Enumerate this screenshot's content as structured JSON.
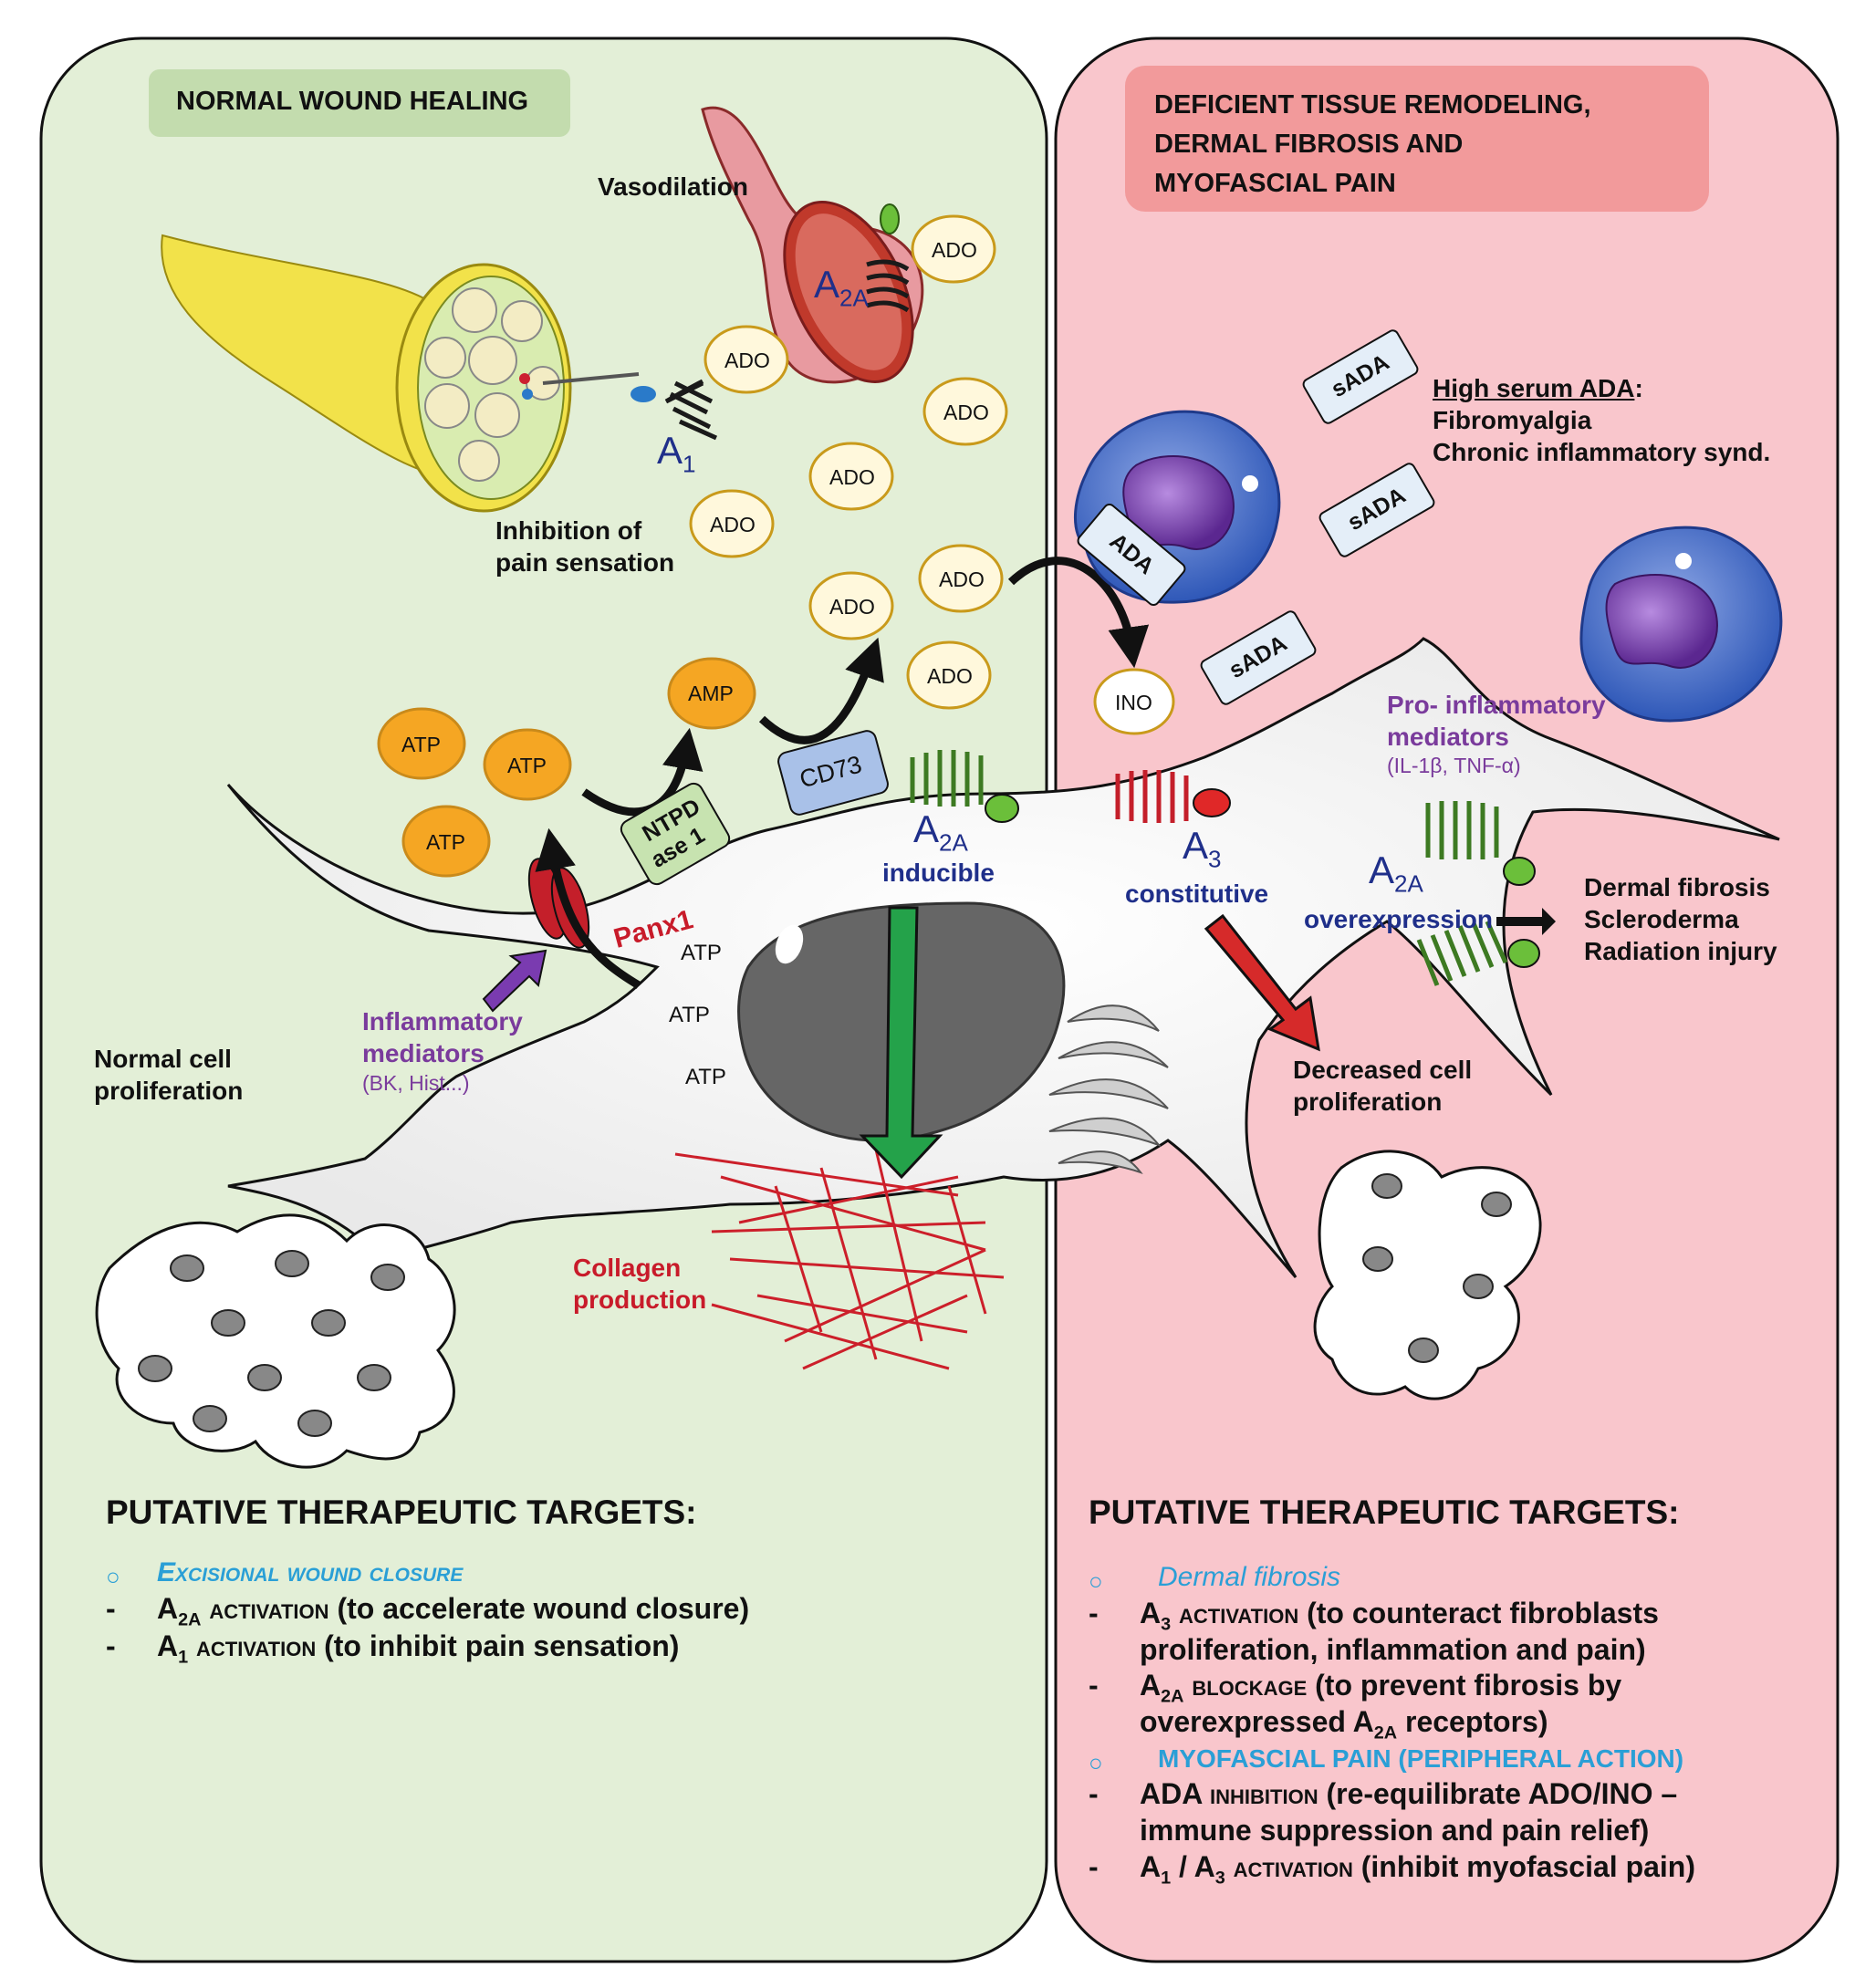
{
  "left_panel": {
    "title": "NORMAL WOUND HEALING",
    "labels": {
      "vasodilation": "Vasodilation",
      "inhibition_line1": "Inhibition of",
      "inhibition_line2": "pain sensation",
      "a1": "A",
      "a1_sub": "1",
      "a2a_vessel": "A",
      "a2a_vessel_sub": "2A",
      "inflammatory_line1": "Inflammatory",
      "inflammatory_line2": "mediators",
      "inflammatory_line3": "(BK, Hist...)",
      "normal_prolif_line1": "Normal cell",
      "normal_prolif_line2": "proliferation",
      "panx1": "Panx1",
      "ntpdase_line1": "NTPD",
      "ntpdase_line2": "ase 1",
      "cd73": "CD73",
      "amp": "AMP",
      "a2a_inducible_main": "A",
      "a2a_inducible_sub": "2A",
      "inducible": "inducible",
      "collagen_line1": "Collagen",
      "collagen_line2": "production",
      "atp_inner": "ATP"
    },
    "therapeutic": {
      "heading": "PUTATIVE THERAPEUTIC TARGETS:",
      "bullet": "○",
      "category": "Excisional wound closure",
      "dash": "-",
      "item1_a": "A",
      "item1_sub": "2A",
      "item1_action": "activation",
      "item1_rest": "(to accelerate wound closure)",
      "item2_a": "A",
      "item2_sub": "1",
      "item2_action": "activation",
      "item2_rest": "(to inhibit pain sensation)"
    }
  },
  "right_panel": {
    "title_line1": "DEFICIENT TISSUE REMODELING,",
    "title_line2": "DERMAL FIBROSIS AND",
    "title_line3": "MYOFASCIAL PAIN",
    "labels": {
      "high_serum": "High serum ADA",
      "high_serum_colon": ":",
      "fibromyalgia": "Fibromyalgia",
      "chronic": "Chronic inflammatory synd.",
      "sada": "sADA",
      "ada": "ADA",
      "ino": "INO",
      "pro_line1": "Pro- inflammatory",
      "pro_line2": "mediators",
      "pro_line3": "(IL-1β, TNF-α)",
      "a3_main": "A",
      "a3_sub": "3",
      "constitutive": "constitutive",
      "a2a_over_main": "A",
      "a2a_over_sub": "2A",
      "overexpression": "overexpression",
      "dermal_fibrosis": "Dermal fibrosis",
      "scleroderma": "Scleroderma",
      "radiation": "Radiation injury",
      "decreased_line1": "Decreased cell",
      "decreased_line2": "proliferation"
    },
    "therapeutic": {
      "heading": "PUTATIVE THERAPEUTIC TARGETS:",
      "bullet": "○",
      "category1": "Dermal fibrosis",
      "dash": "-",
      "item1_a": "A",
      "item1_sub": "3",
      "item1_action": "activation",
      "item1_rest": "(to counteract fibroblasts",
      "item1_rest2": "proliferation, inflammation and pain)",
      "item2_a": "A",
      "item2_sub": "2A",
      "item2_action": "blockage",
      "item2_rest": "(to prevent fibrosis by",
      "item2_rest2a": "overexpressed A",
      "item2_rest2sub": "2A",
      "item2_rest2b": "receptors)",
      "category2": "MYOFASCIAL PAIN (PERIPHERAL ACTION)",
      "item3_ada": "ADA",
      "item3_action": "inhibition",
      "item3_rest": "(re-equilibrate ADO/INO –",
      "item3_rest2": "immune suppression and pain relief)",
      "item4_a": "A",
      "item4_sub": "1",
      "item4_mid": " / A",
      "item4_sub2": "3",
      "item4_action": "activation",
      "item4_rest": "(inhibit myofascial pain)"
    }
  },
  "molecules": {
    "ado": "ADO",
    "atp": "ATP"
  },
  "colors": {
    "left_bg": "#e3efd7",
    "right_bg": "#f9c6cc",
    "left_title_bg": "#c3dcae",
    "right_title_bg": "#f29a9b",
    "ado_fill": "#fff8dc",
    "ado_stroke": "#c99a1b",
    "atp_fill": "#f5a623",
    "receptor_green": "#4b8a2c",
    "receptor_red": "#c41f2a",
    "cd73_fill": "#a9c1e8",
    "ntpdase_fill": "#c7e3b0",
    "nucleus": "#666666",
    "collagen": "#cc1f2a",
    "green_arrow": "#24a24a",
    "purple_arrow": "#7a3bb0",
    "cyan_text": "#2a9fd6"
  }
}
